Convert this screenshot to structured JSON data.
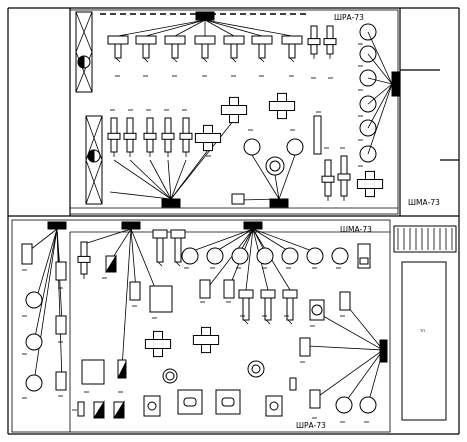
{
  "labels": {
    "shra_top": "ШРА-73",
    "shma": "ШМА-73",
    "shma_left": "ШМА-73",
    "shra_bottom": "ШРА-73"
  },
  "icons": {
    "motor": "motor-icon",
    "cross_machine": "cross-machine-icon",
    "circle_machine": "circle-machine-icon"
  }
}
